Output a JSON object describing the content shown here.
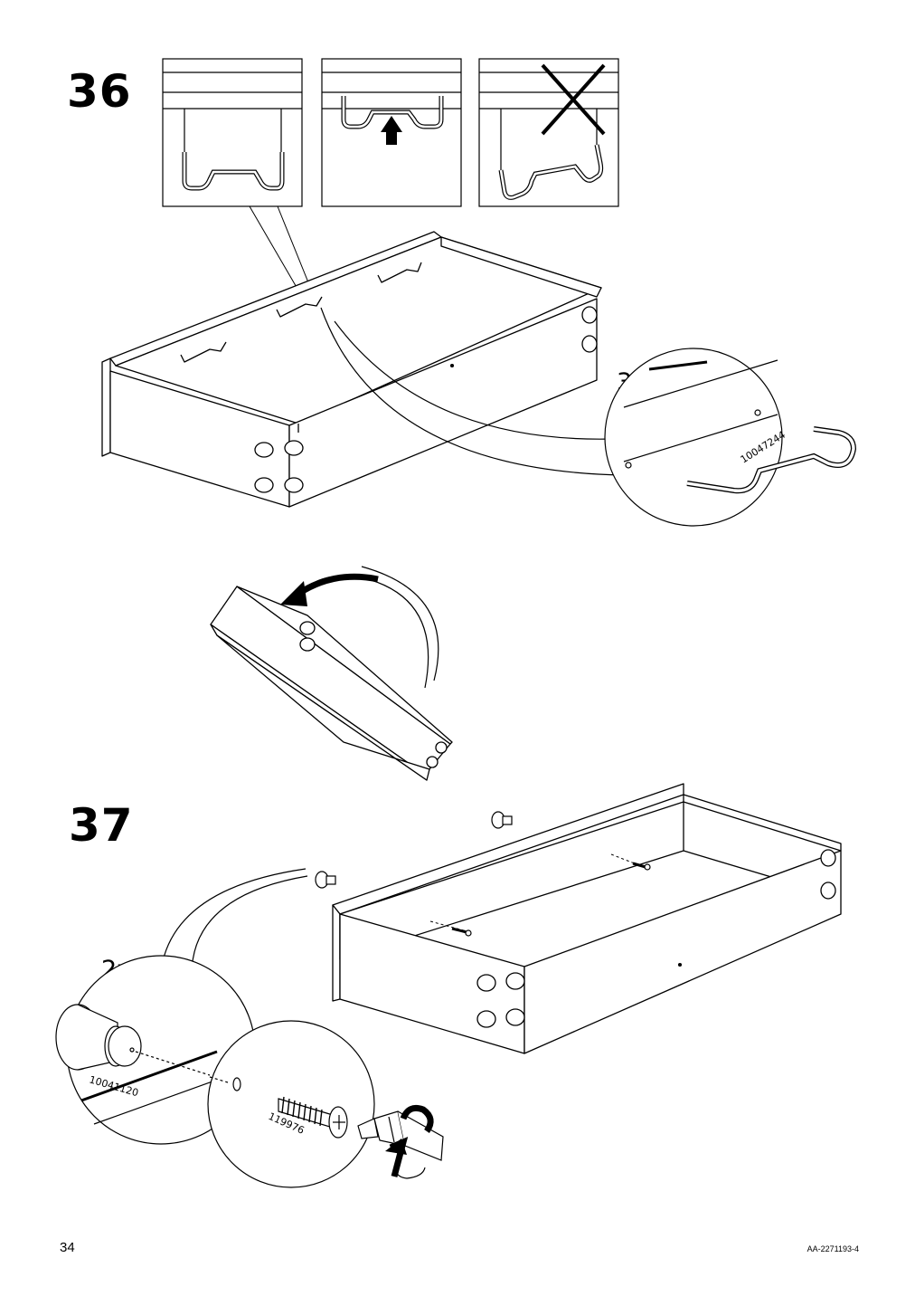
{
  "page": {
    "number": "34",
    "doc_code": "AA-2271193-4"
  },
  "step36": {
    "number": "36",
    "quantity": "3x",
    "part_number": "10047244"
  },
  "step37": {
    "number": "37",
    "quantity": "2x",
    "knob_part_number": "10041120",
    "screw_part_number": "119976"
  }
}
